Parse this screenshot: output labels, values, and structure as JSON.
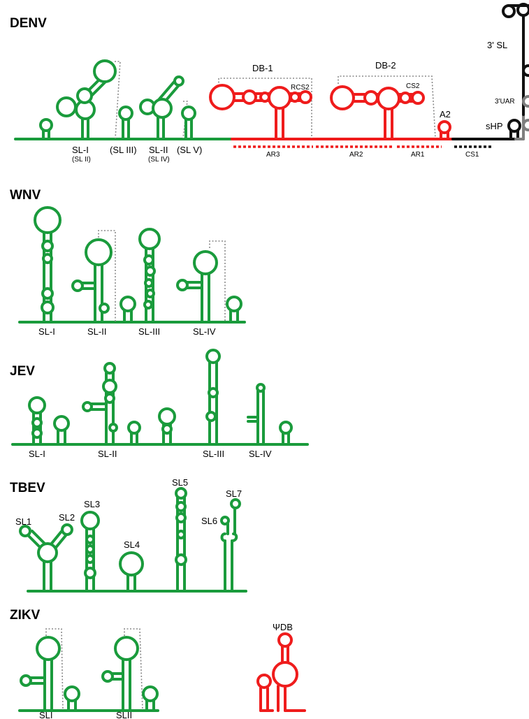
{
  "colors": {
    "green": "#1a9b3c",
    "red": "#ef1c1c",
    "black": "#111111",
    "gray": "#7f7f7f",
    "dotted_box": "#8a8a8a"
  },
  "denv": {
    "title": "DENV",
    "labels": {
      "sl1": "SL-I",
      "sl1_sub": "(SL II)",
      "sl3": "(SL III)",
      "sl2": "SL-II",
      "sl2_sub": "(SL IV)",
      "sl5": "(SL V)",
      "db1": "DB-1",
      "db2": "DB-2",
      "rcs2": "RCS2",
      "cs2": "CS2",
      "a2": "A2",
      "ar3": "AR3",
      "ar2": "AR2",
      "ar1": "AR1",
      "cs1": "CS1",
      "shp": "sHP",
      "uar": "3'UAR",
      "sl3p": "3' SL"
    }
  },
  "wnv": {
    "title": "WNV",
    "labels": {
      "sl1": "SL-I",
      "sl2": "SL-II",
      "sl3": "SL-III",
      "sl4": "SL-IV"
    }
  },
  "jev": {
    "title": "JEV",
    "labels": {
      "sl1": "SL-I",
      "sl2": "SL-II",
      "sl3": "SL-III",
      "sl4": "SL-IV"
    }
  },
  "tbev": {
    "title": "TBEV",
    "labels": {
      "sl1": "SL1",
      "sl2": "SL2",
      "sl3": "SL3",
      "sl4": "SL4",
      "sl5": "SL5",
      "sl6": "SL6",
      "sl7": "SL7"
    }
  },
  "zikv": {
    "title": "ZIKV",
    "labels": {
      "sl1": "SLI",
      "sl2": "SLII",
      "psidb": "ΨDB"
    }
  }
}
